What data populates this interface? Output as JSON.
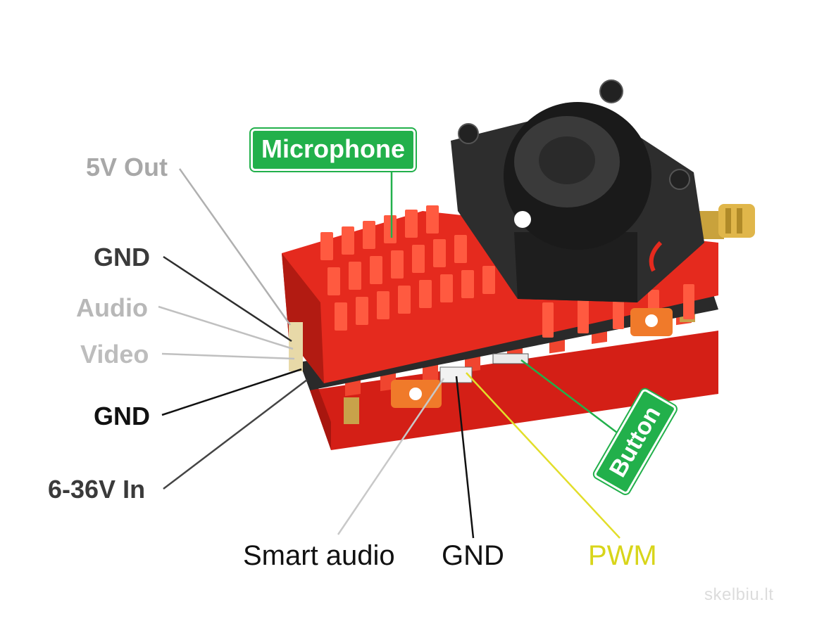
{
  "labels": {
    "out_5v": "5V Out",
    "gnd_1": "GND",
    "audio": "Audio",
    "video": "Video",
    "gnd_2": "GND",
    "power_in": "6-36V In",
    "smart_audio": "Smart audio",
    "gnd_3": "GND",
    "pwm": "PWM",
    "microphone": "Microphone",
    "button": "Button"
  },
  "watermark": "skelbiu.lt",
  "colors": {
    "heatsink": "#e52a1e",
    "fan": "#2a2a2a",
    "badge_green": "#22b04b",
    "pwm_yellow": "#d8d51a",
    "label_gray": "#a8a8a8",
    "label_dark": "#3a3a3a"
  }
}
